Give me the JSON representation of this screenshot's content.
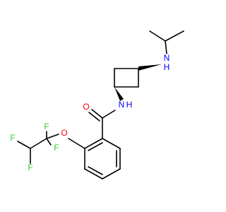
{
  "atoms": {
    "amine_n": "N",
    "amine_h": "H",
    "amide_n": "N",
    "amide_h": "H",
    "carbonyl_o": "O",
    "ether_o": "O",
    "f1": "F",
    "f2": "F",
    "f3": "F",
    "f4": "F"
  },
  "colors": {
    "bond": "#000000",
    "oxygen": "#ff0000",
    "nitrogen": "#0000ff",
    "fluorine": "#33cc33"
  }
}
